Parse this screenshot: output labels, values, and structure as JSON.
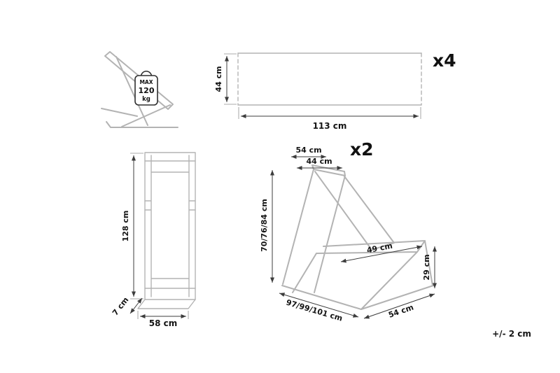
{
  "colors": {
    "line_art": "#b3b3b3",
    "dimension_lines": "#3c3c3c",
    "label_text": "#141414"
  },
  "side_view": {
    "badge": {
      "line1": "MAX",
      "line2": "120",
      "line3": "kg"
    }
  },
  "fabric_panel": {
    "height_label": "44 cm",
    "width_label": "113 cm",
    "quantity_label": "x4"
  },
  "folded_view": {
    "height_label": "128 cm",
    "width_label": "58 cm",
    "depth_label": "7 cm"
  },
  "chair_view": {
    "quantity_label": "x2",
    "frame_width_label": "54 cm",
    "fabric_width_label": "44 cm",
    "height_label": "70/76/84 cm",
    "seat_length_label": "49 cm",
    "seat_height_label": "29 cm",
    "length_label": "97/99/101 cm",
    "base_width_label": "54 cm"
  },
  "footer": {
    "tolerance_label": "+/- 2 cm"
  }
}
